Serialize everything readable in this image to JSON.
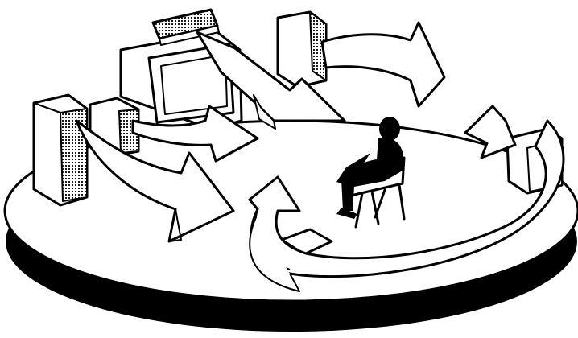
{
  "colors": {
    "ink": "#000000",
    "paper": "#ffffff",
    "speaker_shade": "#b8b8b8"
  },
  "objects": {
    "platform": "round-platform",
    "listener": "person-seated-silhouette",
    "chair": "folding-chair",
    "screen": "crt-monitor",
    "speakers": [
      "front-left-speaker",
      "front-center-speaker",
      "front-right-speaker",
      "surround-right-speaker",
      "surround-rear-speaker",
      "center-channel-speaker"
    ],
    "arrows": [
      "sound-arrow-from-screen",
      "sound-arrow-front-left",
      "sound-arrow-front-right",
      "sound-arrow-surround-right",
      "sound-arrow-wraparound"
    ]
  }
}
